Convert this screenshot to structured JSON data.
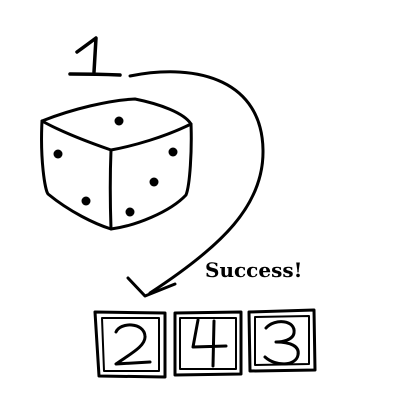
{
  "roll": {
    "value": "1"
  },
  "die": {
    "top_face_pips": 1,
    "left_face_pips": 2,
    "right_face_pips": 3
  },
  "status": {
    "text": "Success!"
  },
  "cards": [
    {
      "value": "2"
    },
    {
      "value": "4"
    },
    {
      "value": "3"
    }
  ],
  "colors": {
    "ink": "#000000",
    "background": "#ffffff"
  }
}
